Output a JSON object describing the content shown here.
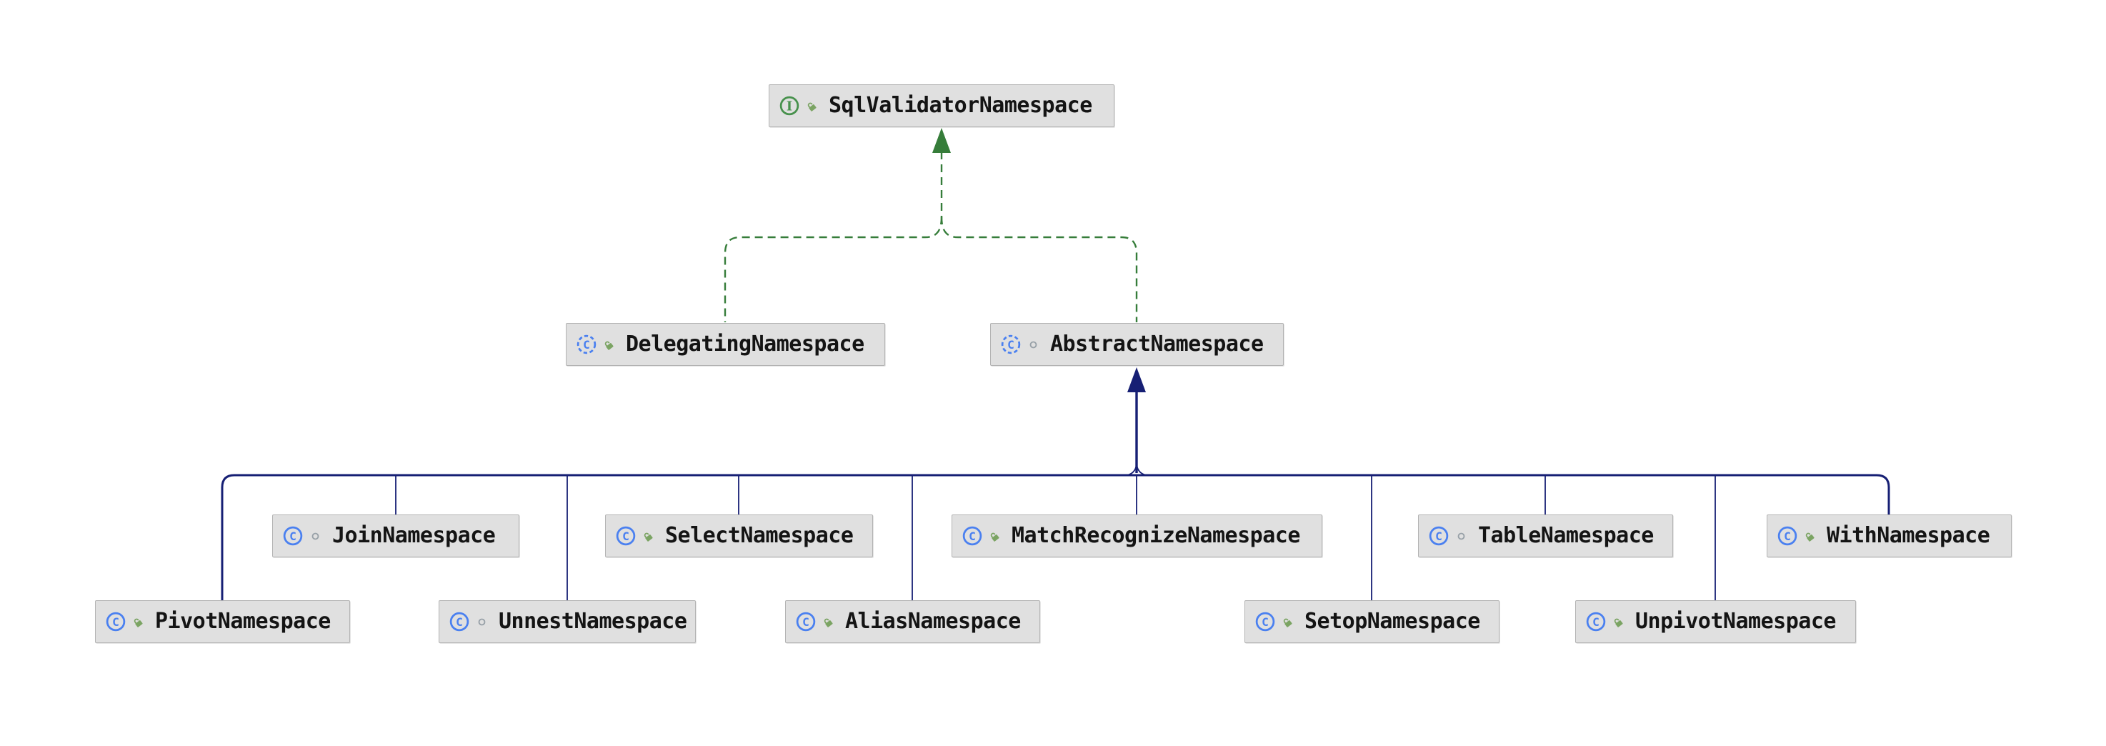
{
  "diagram": {
    "kind": "uml-class-hierarchy",
    "colors": {
      "interface_edge": "#367d3a",
      "class_edge": "#161f74",
      "node_bg": "#e0e0e0",
      "node_border": "#b3b3b3",
      "node_text": "#141414",
      "class_icon": "#4a80f0",
      "interface_icon": "#47914c",
      "modifier_public": "#7ba463",
      "modifier_package": "#98a1a8"
    },
    "nodes": [
      {
        "label": "SqlValidatorNamespace",
        "kind": "interface",
        "visibility": "public"
      },
      {
        "label": "DelegatingNamespace",
        "kind": "abstract-class",
        "visibility": "public"
      },
      {
        "label": "AbstractNamespace",
        "kind": "abstract-class",
        "visibility": "package-private"
      },
      {
        "label": "JoinNamespace",
        "kind": "class",
        "visibility": "package-private"
      },
      {
        "label": "SelectNamespace",
        "kind": "class",
        "visibility": "public"
      },
      {
        "label": "MatchRecognizeNamespace",
        "kind": "class",
        "visibility": "public"
      },
      {
        "label": "TableNamespace",
        "kind": "class",
        "visibility": "package-private"
      },
      {
        "label": "WithNamespace",
        "kind": "class",
        "visibility": "public"
      },
      {
        "label": "PivotNamespace",
        "kind": "class",
        "visibility": "public"
      },
      {
        "label": "UnnestNamespace",
        "kind": "class",
        "visibility": "package-private"
      },
      {
        "label": "AliasNamespace",
        "kind": "class",
        "visibility": "public"
      },
      {
        "label": "SetopNamespace",
        "kind": "class",
        "visibility": "public"
      },
      {
        "label": "UnpivotNamespace",
        "kind": "class",
        "visibility": "public"
      }
    ],
    "edges": [
      {
        "from": "DelegatingNamespace",
        "to": "SqlValidatorNamespace",
        "type": "implements"
      },
      {
        "from": "AbstractNamespace",
        "to": "SqlValidatorNamespace",
        "type": "implements"
      },
      {
        "from": "JoinNamespace",
        "to": "AbstractNamespace",
        "type": "extends"
      },
      {
        "from": "SelectNamespace",
        "to": "AbstractNamespace",
        "type": "extends"
      },
      {
        "from": "MatchRecognizeNamespace",
        "to": "AbstractNamespace",
        "type": "extends"
      },
      {
        "from": "TableNamespace",
        "to": "AbstractNamespace",
        "type": "extends"
      },
      {
        "from": "WithNamespace",
        "to": "AbstractNamespace",
        "type": "extends"
      },
      {
        "from": "PivotNamespace",
        "to": "AbstractNamespace",
        "type": "extends"
      },
      {
        "from": "UnnestNamespace",
        "to": "AbstractNamespace",
        "type": "extends"
      },
      {
        "from": "AliasNamespace",
        "to": "AbstractNamespace",
        "type": "extends"
      },
      {
        "from": "SetopNamespace",
        "to": "AbstractNamespace",
        "type": "extends"
      },
      {
        "from": "UnpivotNamespace",
        "to": "AbstractNamespace",
        "type": "extends"
      }
    ]
  }
}
